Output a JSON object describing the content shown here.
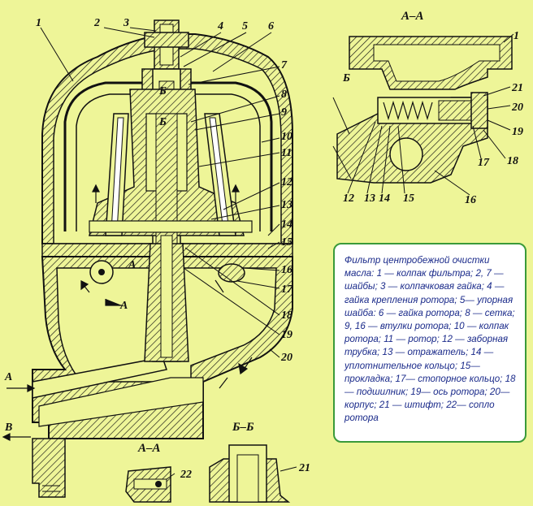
{
  "main_view": {
    "callouts": [
      "1",
      "2",
      "3",
      "4",
      "5",
      "6",
      "7",
      "8",
      "9",
      "10",
      "11",
      "12",
      "13",
      "14",
      "15",
      "16",
      "17",
      "18",
      "19",
      "20"
    ],
    "section_marks": [
      "Б",
      "Б",
      "А",
      "А"
    ],
    "flow_labels": [
      "А",
      "В"
    ]
  },
  "section_aa_top": {
    "title": "А–А",
    "callouts": [
      "1",
      "21",
      "20",
      "19",
      "18",
      "17",
      "16",
      "15",
      "14",
      "13",
      "12"
    ],
    "mark": "Б"
  },
  "section_aa_bottom": {
    "title": "А–А",
    "callout": "22"
  },
  "section_bb": {
    "title": "Б–Б",
    "callout": "21"
  },
  "legend": {
    "text": "Фильтр центробежной очистки масла: 1 — колпак фильтра; 2, 7 — шайбы; 3 — колпачковая гайка; 4 — гайка крепления ротора; 5— упорная шайба: 6 — гайка ротора; 8 — сетка; 9, 16 — втулки ротора; 10 — колпак ротора; 11 — ротор; 12 — заборная трубка; 13 — отражатель; 14 — уплотнительное кольцо; 15— прокладка; 17— стопорное кольцо; 18— подшилник; 19— ось ротора; 20— корпус; 21 — штифт; 22— сопло ротора"
  },
  "colors": {
    "background": "#eef598",
    "legend_border": "#3a9a3a",
    "legend_text": "#1a2a8a",
    "ink": "#111111"
  }
}
